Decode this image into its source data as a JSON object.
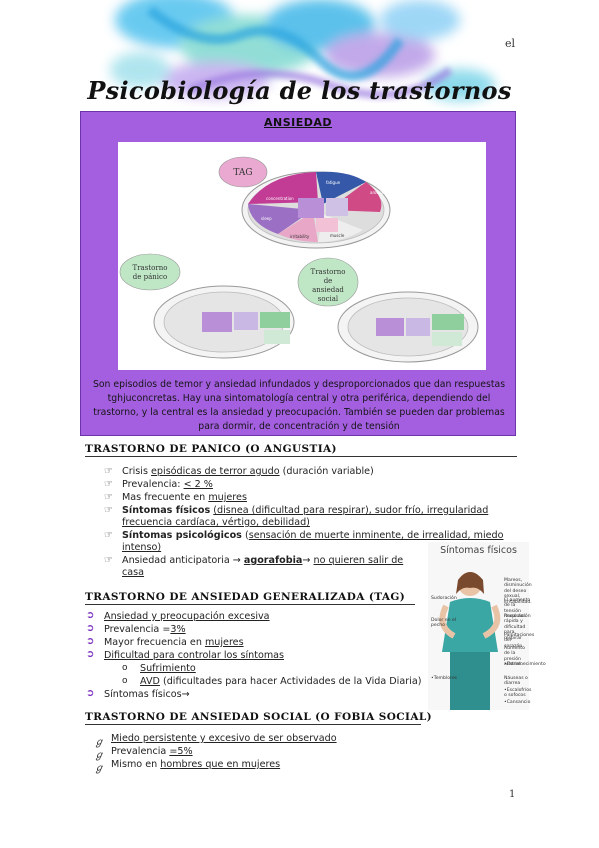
{
  "header": {
    "corner_mark": "el",
    "title": "Psicobiología de los trastornos"
  },
  "colors": {
    "box_purple": "#a45fe0",
    "watercolor_blue": "#3fb7e8",
    "watercolor_teal": "#7fd9d0",
    "watercolor_lilac": "#b89be6",
    "arrow_bullet": "#7a2fc0"
  },
  "ansiedad_box": {
    "title": "ANSIEDAD",
    "description": "Son episodios de temor y ansiedad infundados y desproporcionados que dan respuestas tghjuconcretas. Hay una sintomatología central y otra periférica, dependiendo del trastorno, y la central es la ansiedad y preocupación. También se pueden dar problemas para dormir, de concentración y de tensión",
    "diagram": {
      "labels": {
        "tag": "TAG",
        "panico": "Trastorno de pánico",
        "social": "Trastorno de ansiedad social"
      }
    }
  },
  "sections": {
    "panico": {
      "heading": "TRASTORNO DE PANICO (O ANGUSTIA)",
      "items": [
        {
          "pre": "Crisis ",
          "u": "episódicas de terror agudo",
          "post": " (duración variable)"
        },
        {
          "pre": "Prevalencia: ",
          "u": "< 2 %",
          "post": ""
        },
        {
          "pre": "Mas frecuente en ",
          "u": "mujeres",
          "post": ""
        },
        {
          "bold": "Síntomas físicos",
          "pre": " ",
          "u": "(disnea (dificultad para respirar), sudor frío, irregularidad",
          "post": ""
        },
        {
          "u": "frecuencia cardíaca, vértigo, debilidad)",
          "post": ""
        },
        {
          "bold": "Síntomas psicológicos",
          "pre": " (",
          "u": "sensación de muerte inminente, de irrealidad, miedo",
          "post": ""
        },
        {
          "u": "intenso)",
          "post": ""
        },
        {
          "pre": "Ansiedad anticipatoria → ",
          "boldu": "agorafobia",
          "post": "→ ",
          "u": "no quieren salir de"
        },
        {
          "u": "casa",
          "post": ""
        }
      ]
    },
    "tag": {
      "heading": "TRASTORNO DE ANSIEDAD GENERALIZADA (TAG)",
      "items": [
        {
          "u": "Ansiedad y preocupación excesiva",
          "post": ""
        },
        {
          "pre": "Prevalencia =",
          "u": "3%",
          "post": ""
        },
        {
          "pre": "Mayor frecuencia en ",
          "u": "mujeres",
          "post": ""
        },
        {
          "u": "Dificultad para controlar los síntomas",
          "post": ""
        },
        {
          "u": "Sufrimiento",
          "post": ""
        },
        {
          "u": "AVD",
          "post": " (dificultades para hacer Actividades de la Vida Diaria)"
        },
        {
          "pre": "Síntomas físicos→",
          "post": ""
        }
      ]
    },
    "social": {
      "heading": "TRASTORNO DE ANSIEDAD SOCIAL (O FOBIA SOCIAL)",
      "items": [
        {
          "u": "Miedo persistente y excesivo de ser observado",
          "post": ""
        },
        {
          "pre": "Prevalencia ",
          "u": "=5%",
          "post": ""
        },
        {
          "pre": "Mismo en ",
          "u": "hombres que en mujeres",
          "post": ""
        }
      ]
    }
  },
  "figure": {
    "title": "Síntomas físicos",
    "labels": {
      "sudoracion": "Sudoración",
      "dolor": "Dolor en el pecho",
      "temblores": "•Temblores",
      "mareos": "Mareos, disminución del deseo sexual, irritabilidad.",
      "tension": "El aumento de la tensión muscular.",
      "respiracion": "Respiración rápida y dificultad para respirar",
      "palpitaciones": "Palpitaciones del corazón.",
      "presion": "Aumento de la presión arterial.",
      "estremecimiento": "•Estremecimiento",
      "nauseas": "Náuseas o diarrea",
      "escalofrios": "•Escalofríos o sofocos",
      "cansancio": "•Cansancio"
    }
  },
  "footer": {
    "page_number": "1"
  }
}
